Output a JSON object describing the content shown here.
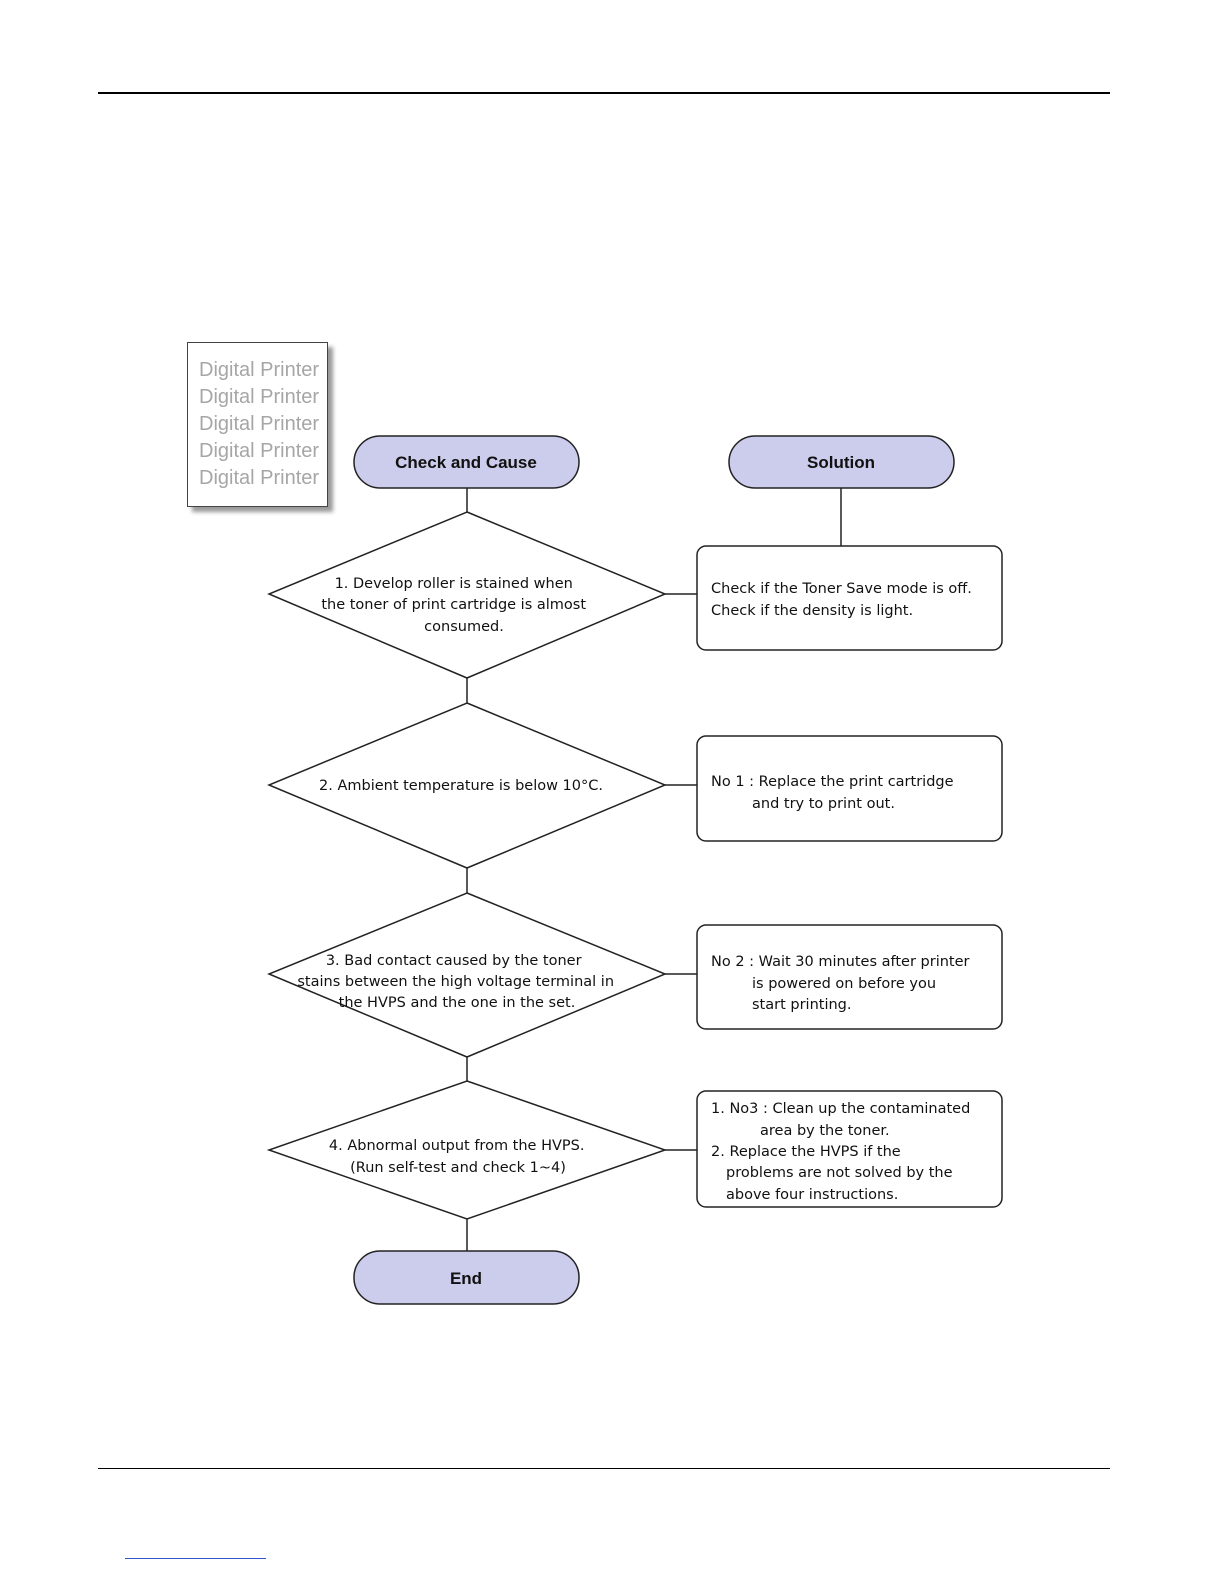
{
  "sample_box": {
    "lines": [
      "Digital Printer",
      "Digital Printer",
      "Digital Printer",
      "Digital Printer",
      "Digital Printer"
    ]
  },
  "terminals": {
    "check_and_cause": "Check and Cause",
    "solution": "Solution",
    "end": "End"
  },
  "checks": [
    {
      "lines": [
        "1. Develop roller is stained when",
        "the toner of print cartridge is almost",
        "consumed."
      ]
    },
    {
      "lines": [
        "2. Ambient temperature is below 10°C."
      ]
    },
    {
      "lines": [
        "3. Bad contact caused by the toner",
        "stains between the high voltage terminal in",
        "the HVPS and the one in the set."
      ]
    },
    {
      "lines": [
        "4. Abnormal output from the HVPS.",
        "(Run self-test and check 1~4)"
      ]
    }
  ],
  "solutions": [
    {
      "lines": [
        "Check if the Toner Save mode is off.",
        "Check if the density is light."
      ]
    },
    {
      "lines": [
        "No 1 : Replace the print cartridge",
        "and try to print out."
      ]
    },
    {
      "lines": [
        "No 2 : Wait 30 minutes after printer",
        "is powered on before you",
        "start printing."
      ]
    },
    {
      "lines": [
        "1. No3 : Clean up the contaminated",
        "area by the toner.",
        "2. Replace the HVPS if the",
        "problems are not solved by the",
        "above four instructions."
      ]
    }
  ],
  "colors": {
    "terminal_fill": "#ccccec",
    "stroke": "#222222"
  }
}
